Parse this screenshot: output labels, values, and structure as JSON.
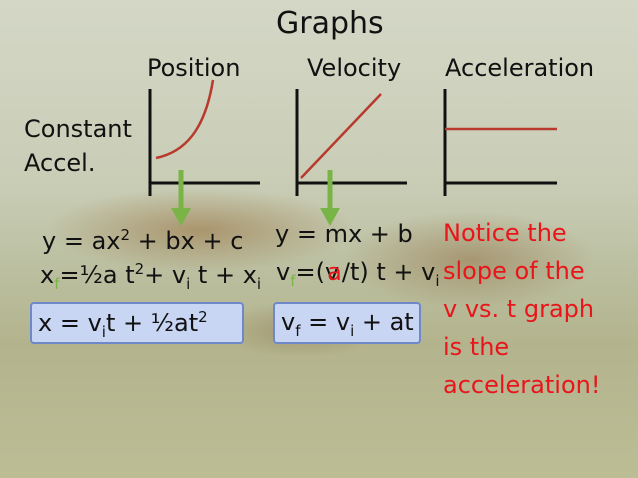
{
  "slide": {
    "title": "Graphs",
    "columns": [
      "Position",
      "Velocity",
      "Acceleration"
    ],
    "row_label_1": "Constant",
    "row_label_2": "Accel.",
    "position_eq": {
      "general": "y = ax",
      "general_exp": "2",
      "general_rest": " + bx + c",
      "kin_a": "x",
      "kin_a_sub": "f",
      "kin_b": "=½a t",
      "kin_b_exp": "2",
      "kin_c": "+ v",
      "kin_c_sub": "i",
      "kin_d": " t + x",
      "kin_d_sub": "i"
    },
    "position_box": {
      "a": "x = v",
      "a_sub": "i",
      "b": "t + ½at",
      "b_exp": "2"
    },
    "velocity_eq": {
      "general": "y = mx + b",
      "kin_a": "v",
      "kin_a_sub": "f",
      "kin_b": "=(v",
      "kin_b_over": "a",
      "kin_c": "/t) t + v",
      "kin_c_sub": "i"
    },
    "velocity_box": {
      "a": "v",
      "a_sub": "f",
      "b": " = v",
      "b_sub": "i",
      "c": " + at"
    },
    "notice": "Notice the\nslope of the\nv vs. t graph\nis the\nacceleration!",
    "colors": {
      "curve": "#b83a2c",
      "arrow": "#79b447",
      "emphasis": "#e8151b",
      "box_fill": "#c8d6f3",
      "box_border": "#6f88c9"
    }
  }
}
